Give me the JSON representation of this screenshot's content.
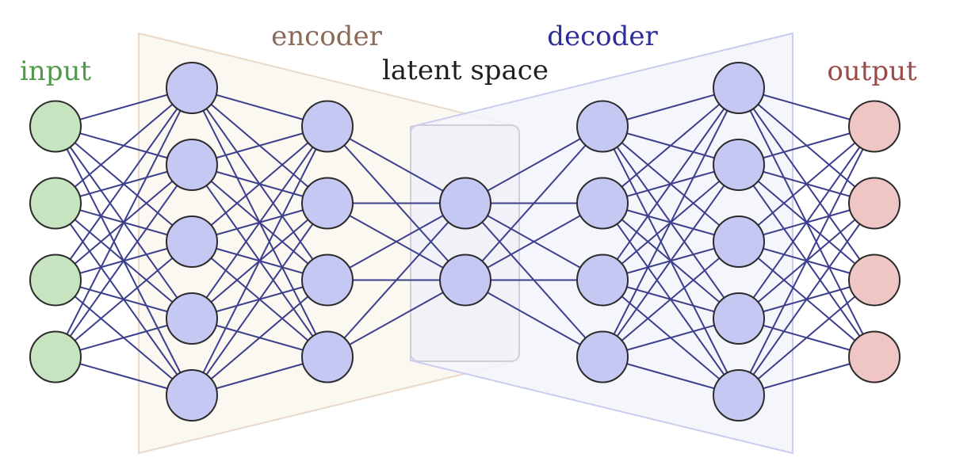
{
  "labels": {
    "input": "input",
    "encoder": "encoder",
    "latent": "latent space",
    "decoder": "decoder",
    "output": "output"
  },
  "colors": {
    "input_node": "#c6e4bf",
    "input_stroke": "#4f9a4a",
    "input_text": "#4f9a4a",
    "hidden_node": "#c5c8f2",
    "output_node": "#f0c6c4",
    "output_stroke": "#9b4a48",
    "output_text": "#9b4a48",
    "encoder_text": "#8a6a58",
    "decoder_text": "#2e2e98",
    "latent_text": "#1f1f1f",
    "edge": "#3b3f8c",
    "encoder_fill": "#fbf7f1",
    "encoder_stroke": "#ead9c9",
    "decoder_fill": "#f3f4fb",
    "decoder_stroke": "#c9cdee",
    "latent_fill": "#f1f1f6",
    "latent_stroke": "#cfcfdc"
  },
  "network": {
    "layers": [
      {
        "name": "input",
        "nodes": 4
      },
      {
        "name": "encoder-hidden-1",
        "nodes": 5
      },
      {
        "name": "encoder-hidden-2",
        "nodes": 4
      },
      {
        "name": "latent",
        "nodes": 2
      },
      {
        "name": "decoder-hidden-1",
        "nodes": 4
      },
      {
        "name": "decoder-hidden-2",
        "nodes": 5
      },
      {
        "name": "output",
        "nodes": 4
      }
    ]
  }
}
